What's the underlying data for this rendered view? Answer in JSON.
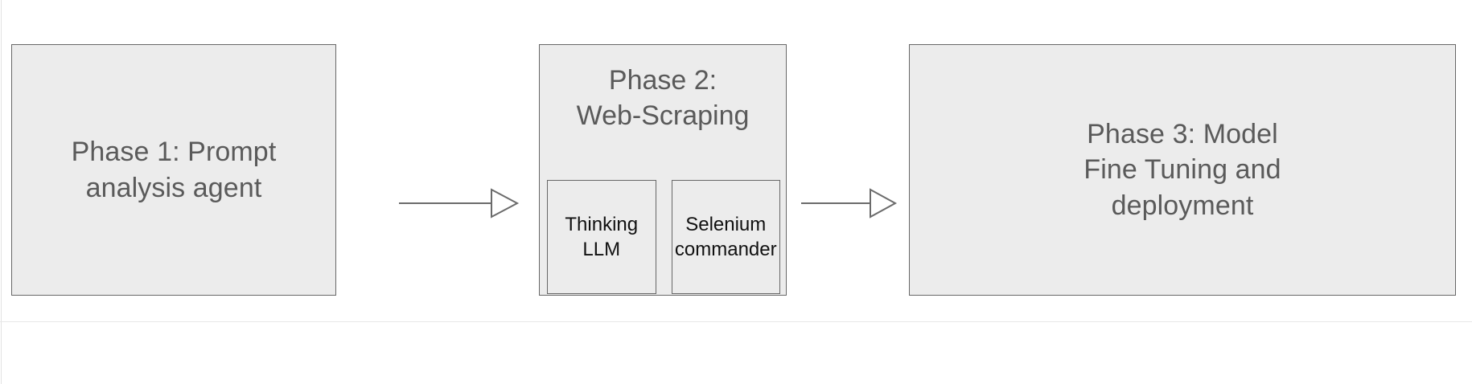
{
  "diagram": {
    "type": "flowchart",
    "orientation": "left-to-right",
    "background_color": "#ffffff",
    "node_fill_color": "#ececec",
    "node_border_color": "#676767",
    "node_text_color": "#5a5a5a",
    "subnode_text_color": "#111111",
    "connector_color": "#6b6b6b",
    "nodes": [
      {
        "id": "phase1",
        "label": "Phase 1: Prompt\nanalysis agent",
        "children": []
      },
      {
        "id": "phase2",
        "label": "Phase 2:\nWeb-Scraping",
        "children": [
          {
            "id": "thinking-llm",
            "label": "Thinking\nLLM"
          },
          {
            "id": "selenium-commander",
            "label": "Selenium\ncommander"
          }
        ]
      },
      {
        "id": "phase3",
        "label": "Phase 3: Model\nFine Tuning and\ndeployment",
        "children": []
      }
    ],
    "connectors": [
      {
        "id": "arrow-phase1-phase2",
        "from": "phase1",
        "to": "phase2",
        "style": "open-arrow"
      },
      {
        "id": "arrow-phase2-phase3",
        "from": "phase2",
        "to": "phase3",
        "style": "open-arrow"
      }
    ]
  }
}
